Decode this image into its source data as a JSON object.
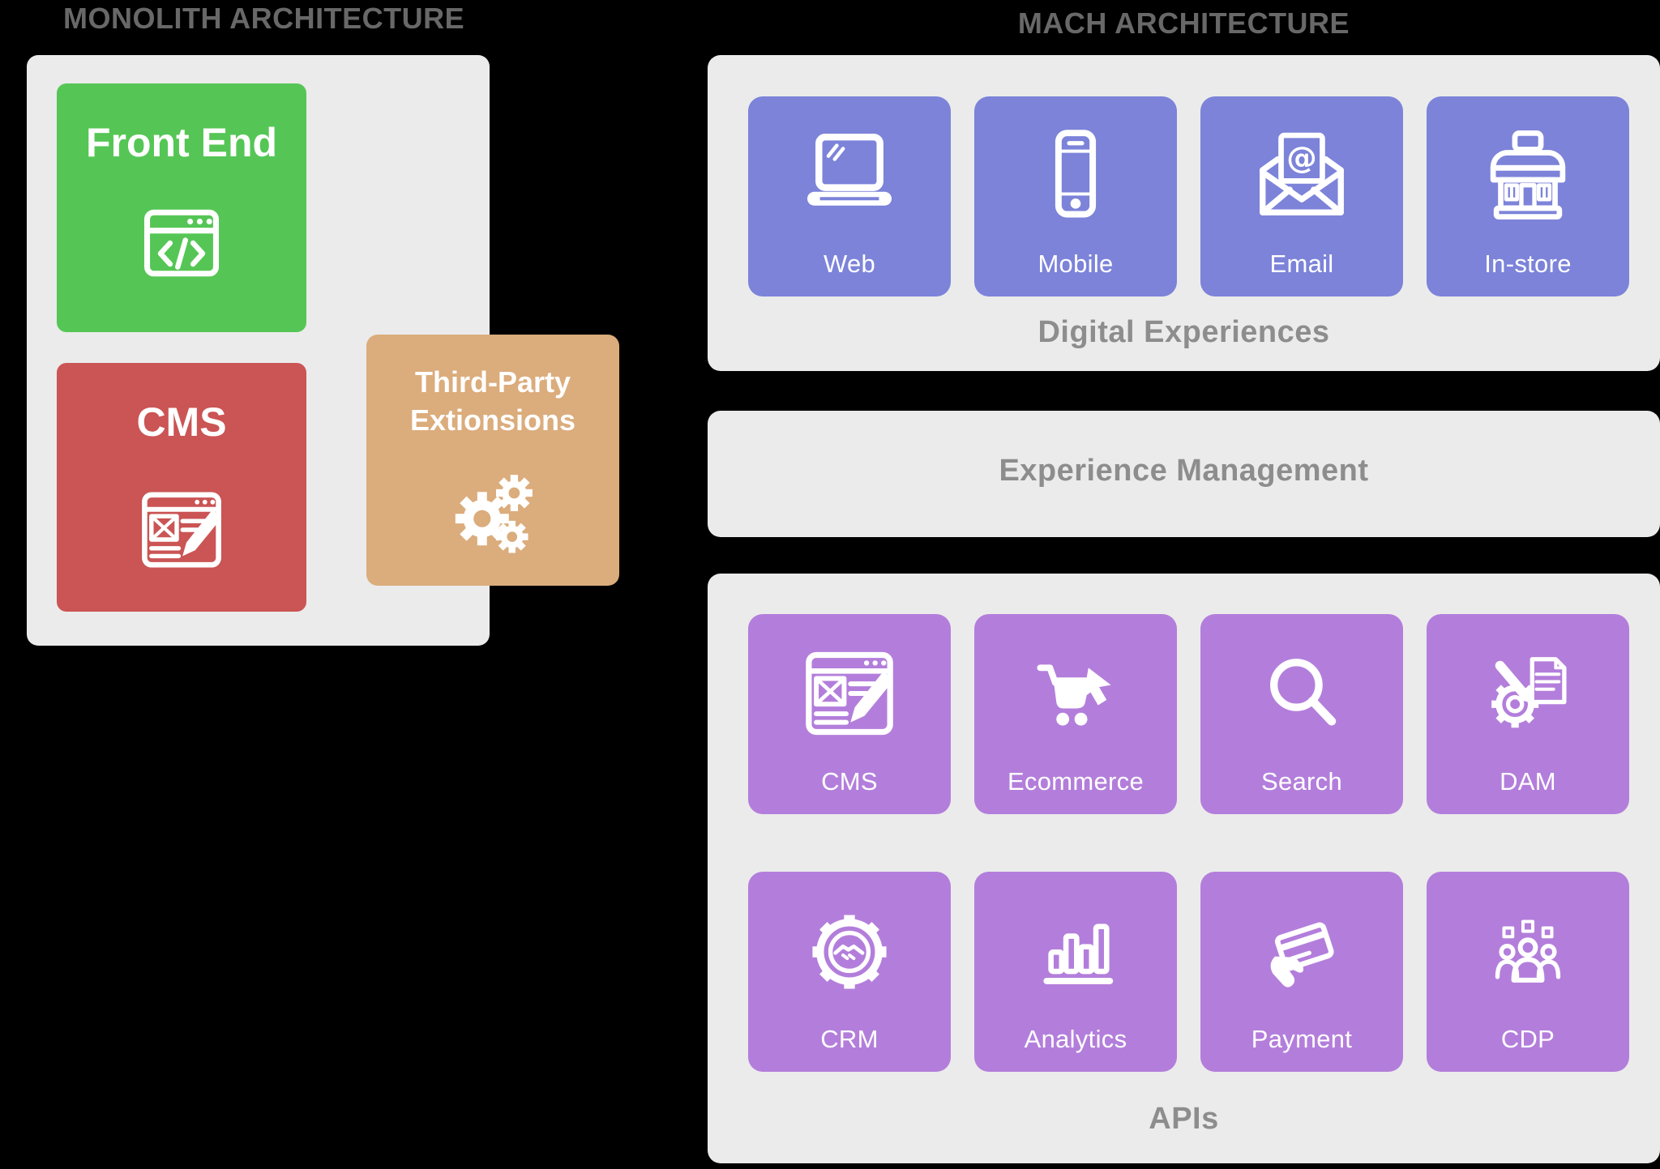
{
  "colors": {
    "page-bg": "#000000",
    "panel": "#ebebeb",
    "green": "#55c655",
    "red": "#cb5454",
    "tan": "#dbac7c",
    "blue": "#7c83d9",
    "purple": "#b37edb",
    "title-gray": "#686868",
    "label-gray": "#8d8d8d"
  },
  "monolith": {
    "title": "MONOLITH ARCHITECTURE",
    "front_end": {
      "label": "Front End",
      "icon": "code-browser-icon"
    },
    "cms": {
      "label": "CMS",
      "icon": "content-edit-icon"
    },
    "third_party": {
      "label": "Third-Party Extionsions",
      "icon": "gears-icon"
    }
  },
  "mach": {
    "title": "MACH ARCHITECTURE",
    "digital_experiences": {
      "label": "Digital Experiences",
      "tiles": [
        {
          "label": "Web",
          "icon": "laptop-icon"
        },
        {
          "label": "Mobile",
          "icon": "smartphone-icon"
        },
        {
          "label": "Email",
          "icon": "email-icon"
        },
        {
          "label": "In-store",
          "icon": "storefront-icon"
        }
      ]
    },
    "experience_management": {
      "label": "Experience Management"
    },
    "apis": {
      "label": "APIs",
      "tiles": [
        {
          "label": "CMS",
          "icon": "content-edit-icon"
        },
        {
          "label": "Ecommerce",
          "icon": "cart-icon"
        },
        {
          "label": "Search",
          "icon": "magnifier-icon"
        },
        {
          "label": "DAM",
          "icon": "asset-gear-icon"
        },
        {
          "label": "CRM",
          "icon": "handshake-gear-icon"
        },
        {
          "label": "Analytics",
          "icon": "bar-chart-icon"
        },
        {
          "label": "Payment",
          "icon": "card-payment-icon"
        },
        {
          "label": "CDP",
          "icon": "customers-icon"
        }
      ]
    }
  }
}
